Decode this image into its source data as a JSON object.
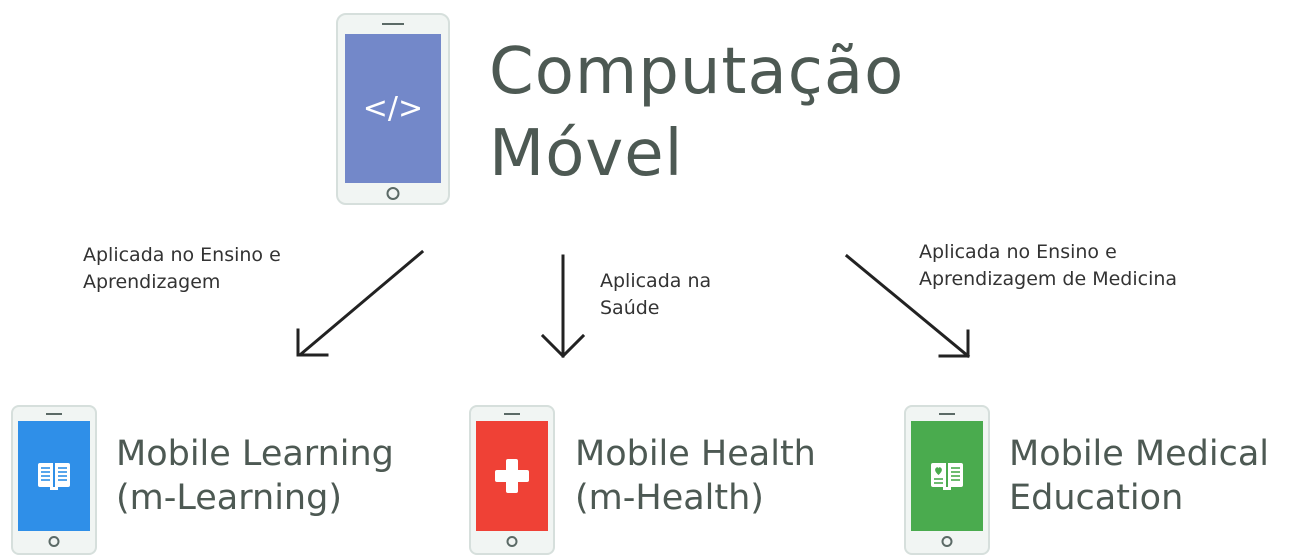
{
  "header": {
    "title_line1": "Computação",
    "title_line2": "Móvel",
    "phone_icon": "code-icon",
    "screen_color": "#7388c9"
  },
  "edges": [
    {
      "label_line1": "Aplicada no Ensino e",
      "label_line2": "Aprendizagem"
    },
    {
      "label_line1": "Aplicada na",
      "label_line2": "Saúde"
    },
    {
      "label_line1": "Aplicada no Ensino e",
      "label_line2": "Aprendizagem de Medicina"
    }
  ],
  "nodes": [
    {
      "line1": "Mobile Learning",
      "line2": "(m-Learning)",
      "icon": "book-icon",
      "screen_color": "#2f8fe8"
    },
    {
      "line1": "Mobile Health",
      "line2": "(m-Health)",
      "icon": "medical-cross-icon",
      "screen_color": "#ef4136"
    },
    {
      "line1": "Mobile Medical",
      "line2": "Education",
      "icon": "heart-book-icon",
      "screen_color": "#4aab4e"
    }
  ]
}
